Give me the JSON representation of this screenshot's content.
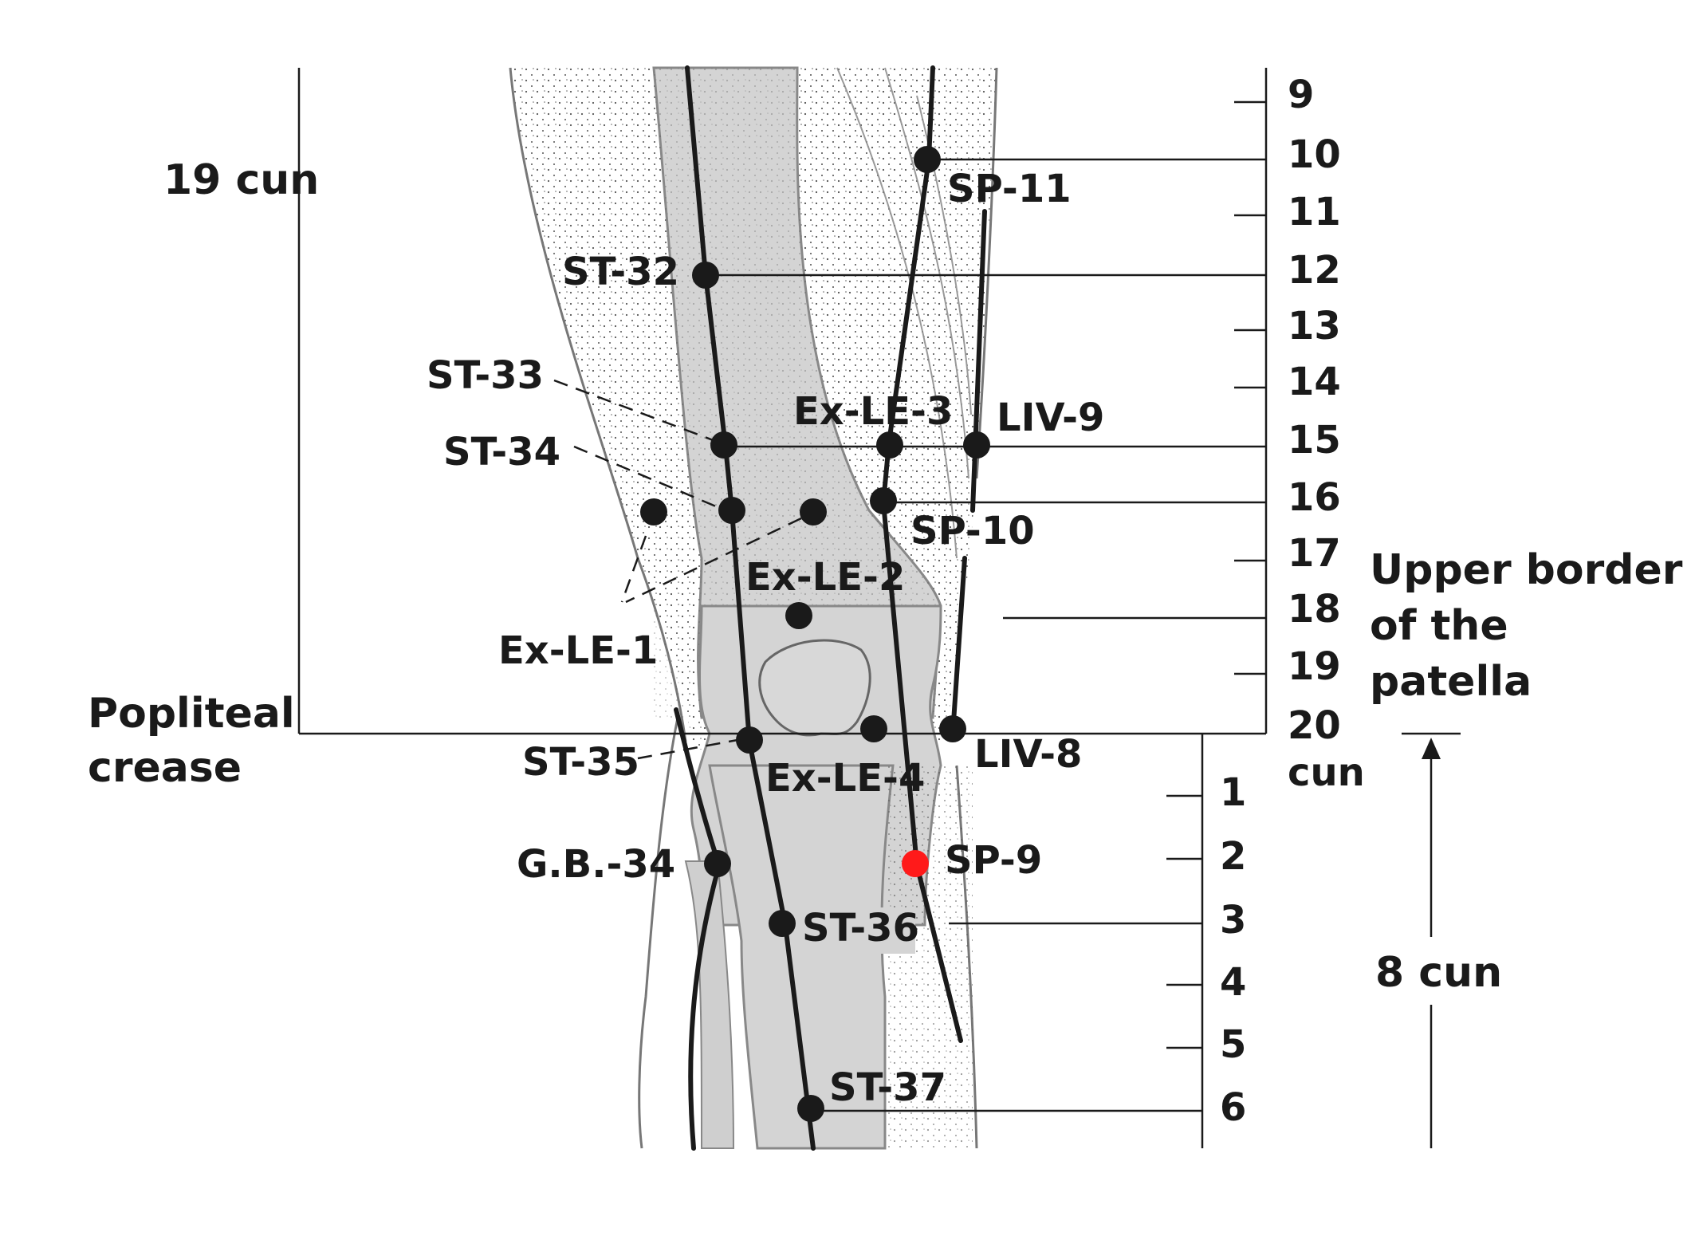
{
  "labels": {
    "cun_19": "19 cun",
    "popliteal_1": "Popliteal",
    "popliteal_2": "crease",
    "upper_1": "Upper border",
    "upper_2": "of the",
    "upper_3": "patella",
    "cun_8": "8 cun",
    "cun_unit": "cun"
  },
  "upper_scale": [
    "9",
    "10",
    "11",
    "12",
    "13",
    "14",
    "15",
    "16",
    "17",
    "18",
    "19",
    "20"
  ],
  "lower_scale": [
    "1",
    "2",
    "3",
    "4",
    "5",
    "6"
  ],
  "points": {
    "sp11": "SP-11",
    "st32": "ST-32",
    "st33": "ST-33",
    "st34": "ST-34",
    "exle3": "Ex-LE-3",
    "liv9": "LIV-9",
    "sp10": "SP-10",
    "exle2": "Ex-LE-2",
    "exle1": "Ex-LE-1",
    "st35": "ST-35",
    "exle4": "Ex-LE-4",
    "liv8": "LIV-8",
    "gb34": "G.B.-34",
    "sp9": "SP-9",
    "st36": "ST-36",
    "st37": "ST-37"
  },
  "colors": {
    "highlight_point": "#ff1a1a",
    "point": "#1a1a1a",
    "bone": "#d4d4d4"
  }
}
